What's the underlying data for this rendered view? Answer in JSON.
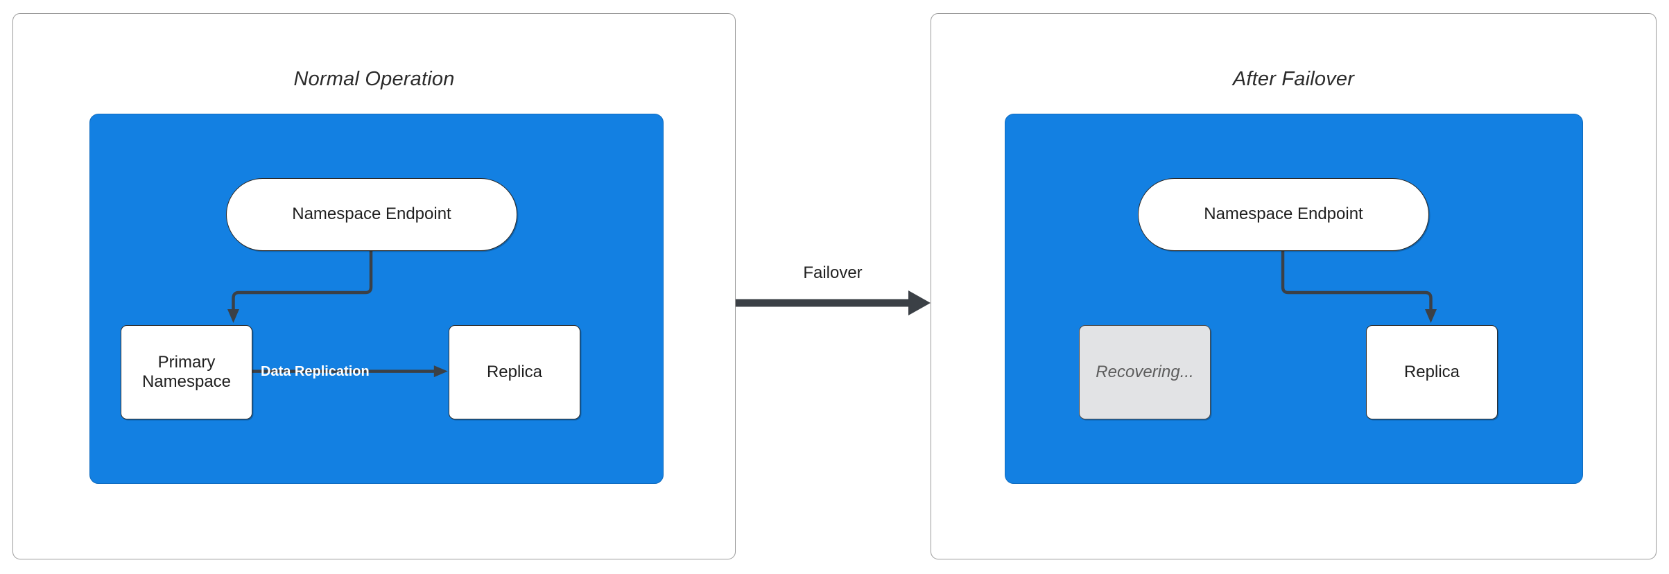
{
  "diagram": {
    "type": "flowchart",
    "colors": {
      "zone_fill": "#1380E2",
      "node_fill": "#FFFFFF",
      "muted_node_fill": "#E2E3E5",
      "stroke": "#2B2B2B",
      "panel_border": "#999999",
      "replication_label": "#FFFFFF"
    },
    "panels": [
      {
        "id": "normal-operation",
        "title": "Normal Operation",
        "nodes": [
          {
            "id": "namespace-endpoint-left",
            "label": "Namespace Endpoint",
            "shape": "pill",
            "state": "active"
          },
          {
            "id": "primary-namespace",
            "label": "Primary\nNamespace",
            "line1": "Primary",
            "line2": "Namespace",
            "shape": "rect",
            "state": "active"
          },
          {
            "id": "replica-left",
            "label": "Replica",
            "shape": "rect",
            "state": "active"
          }
        ],
        "edges": [
          {
            "from": "namespace-endpoint-left",
            "to": "primary-namespace",
            "label": "",
            "style": "elbow-arrow"
          },
          {
            "from": "primary-namespace",
            "to": "replica-left",
            "label": "Data Replication",
            "style": "straight-arrow"
          }
        ]
      },
      {
        "id": "after-failover",
        "title": "After Failover",
        "nodes": [
          {
            "id": "namespace-endpoint-right",
            "label": "Namespace Endpoint",
            "shape": "pill",
            "state": "active"
          },
          {
            "id": "recovering",
            "label": "Recovering...",
            "shape": "rect",
            "state": "muted"
          },
          {
            "id": "replica-right",
            "label": "Replica",
            "shape": "rect",
            "state": "active"
          }
        ],
        "edges": [
          {
            "from": "namespace-endpoint-right",
            "to": "replica-right",
            "label": "",
            "style": "elbow-arrow"
          }
        ]
      }
    ],
    "transition": {
      "id": "failover-transition",
      "label": "Failover",
      "from": "normal-operation",
      "to": "after-failover"
    }
  }
}
